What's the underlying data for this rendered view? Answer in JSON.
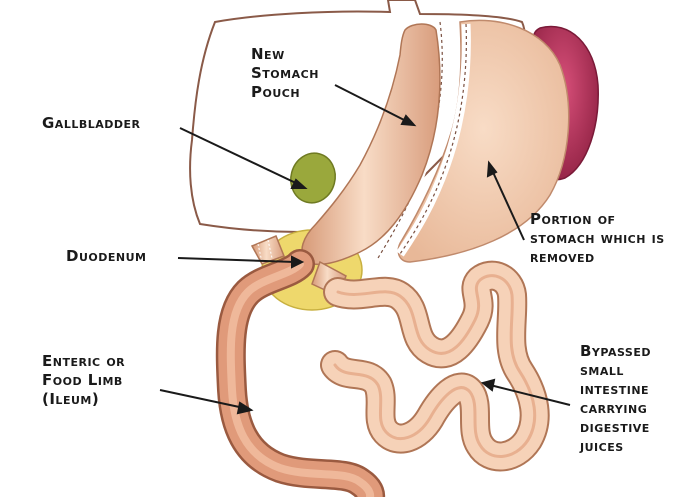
{
  "colors": {
    "tissue": "#f3c9a9",
    "tissue_light": "#f8dcc6",
    "tissue_dark": "#d79a78",
    "liver_outline": "#7a4a3a",
    "gallbladder": "#9aa83c",
    "pancreas": "#ecd66a",
    "spleen": "#b8345a",
    "ink": "#1a1a1a"
  },
  "labels": {
    "new_stomach_pouch": [
      "New",
      "Stomach",
      "Pouch"
    ],
    "gallbladder": [
      "Gallbladder"
    ],
    "duodenum": [
      "Duodenum"
    ],
    "portion_removed": [
      "Portion of",
      "stomach which is",
      "removed"
    ],
    "enteric_limb": [
      "Enteric or",
      "Food Limb",
      "(Ileum)"
    ],
    "bypassed_intestine": [
      "Bypassed",
      "small",
      "intestine",
      "carrying",
      "digestive",
      "juices"
    ]
  }
}
